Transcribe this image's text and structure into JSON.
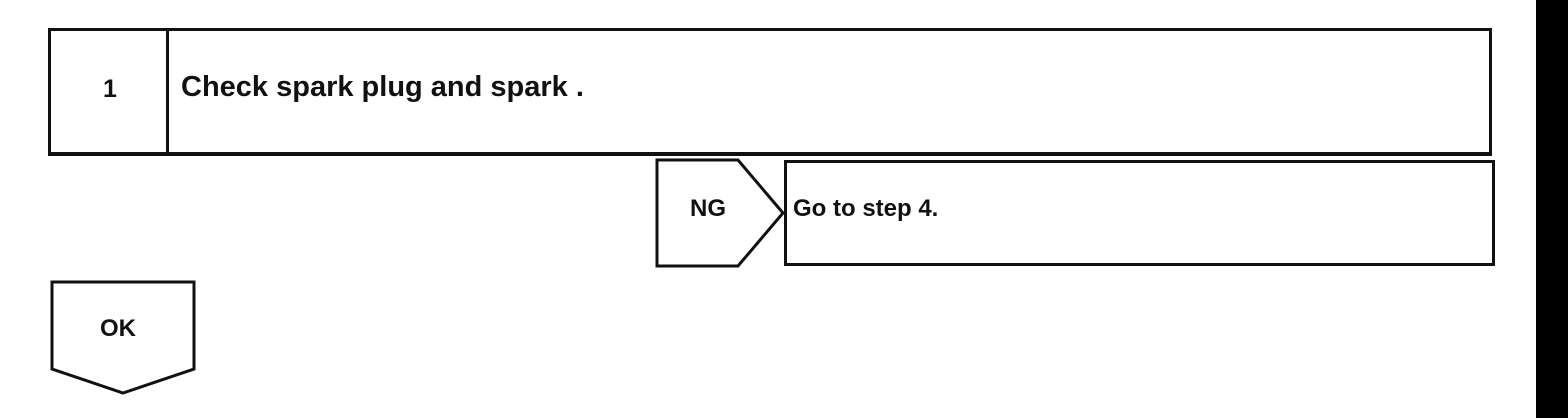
{
  "step": {
    "number": "1",
    "title": "Check spark plug and spark ."
  },
  "ng_branch": {
    "label": "NG",
    "action": "Go to step 4."
  },
  "ok_branch": {
    "label": "OK"
  },
  "colors": {
    "line": "#111111",
    "background": "#ffffff",
    "edge_bar": "#000000"
  }
}
